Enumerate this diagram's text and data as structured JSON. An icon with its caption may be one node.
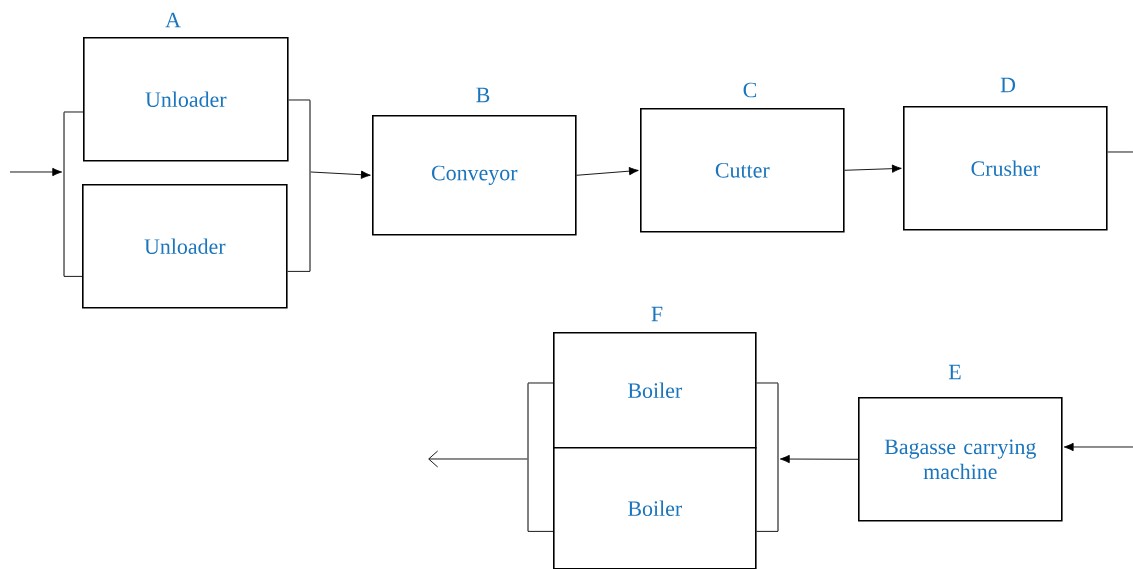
{
  "diagram": {
    "nodes": [
      {
        "text": [
          "A",
          "Unloader"
        ]
      },
      {
        "text": [
          "Unloader"
        ]
      },
      {
        "text": [
          "B",
          "Conveyor"
        ]
      },
      {
        "text": [
          "C",
          "Cutter"
        ]
      },
      {
        "text": [
          "D",
          "Crusher"
        ]
      },
      {
        "text": [
          "E",
          "Bagasse carrying machine"
        ]
      },
      {
        "text": [
          "F",
          "Boiler"
        ]
      },
      {
        "text": [
          "Boiler"
        ]
      },
      {
        "text": [],
        "shape": "bar"
      },
      {
        "text": [],
        "shape": "bar"
      },
      {
        "text": [],
        "shape": "bar"
      },
      {
        "text": [],
        "shape": "bar"
      }
    ],
    "edges": [
      {
        "from": null,
        "to": 8,
        "arrow": "to"
      },
      {
        "from": 8,
        "to": 0,
        "arrow": "none"
      },
      {
        "from": 8,
        "to": 1,
        "arrow": "none"
      },
      {
        "from": 0,
        "to": 9,
        "arrow": "none"
      },
      {
        "from": 1,
        "to": 9,
        "arrow": "none"
      },
      {
        "from": 9,
        "to": 2,
        "arrow": "to"
      },
      {
        "from": 2,
        "to": 3,
        "arrow": "to"
      },
      {
        "from": 3,
        "to": 4,
        "arrow": "to"
      },
      {
        "from": 4,
        "to": null,
        "arrow": "none"
      },
      {
        "from": null,
        "to": 5,
        "arrow": "to"
      },
      {
        "from": 5,
        "to": 10,
        "arrow": "to"
      },
      {
        "from": 10,
        "to": 6,
        "arrow": "none"
      },
      {
        "from": 10,
        "to": 7,
        "arrow": "none"
      },
      {
        "from": 6,
        "to": 11,
        "arrow": "none"
      },
      {
        "from": 7,
        "to": 11,
        "arrow": "none"
      },
      {
        "from": 11,
        "to": null,
        "arrow": "to"
      }
    ]
  }
}
